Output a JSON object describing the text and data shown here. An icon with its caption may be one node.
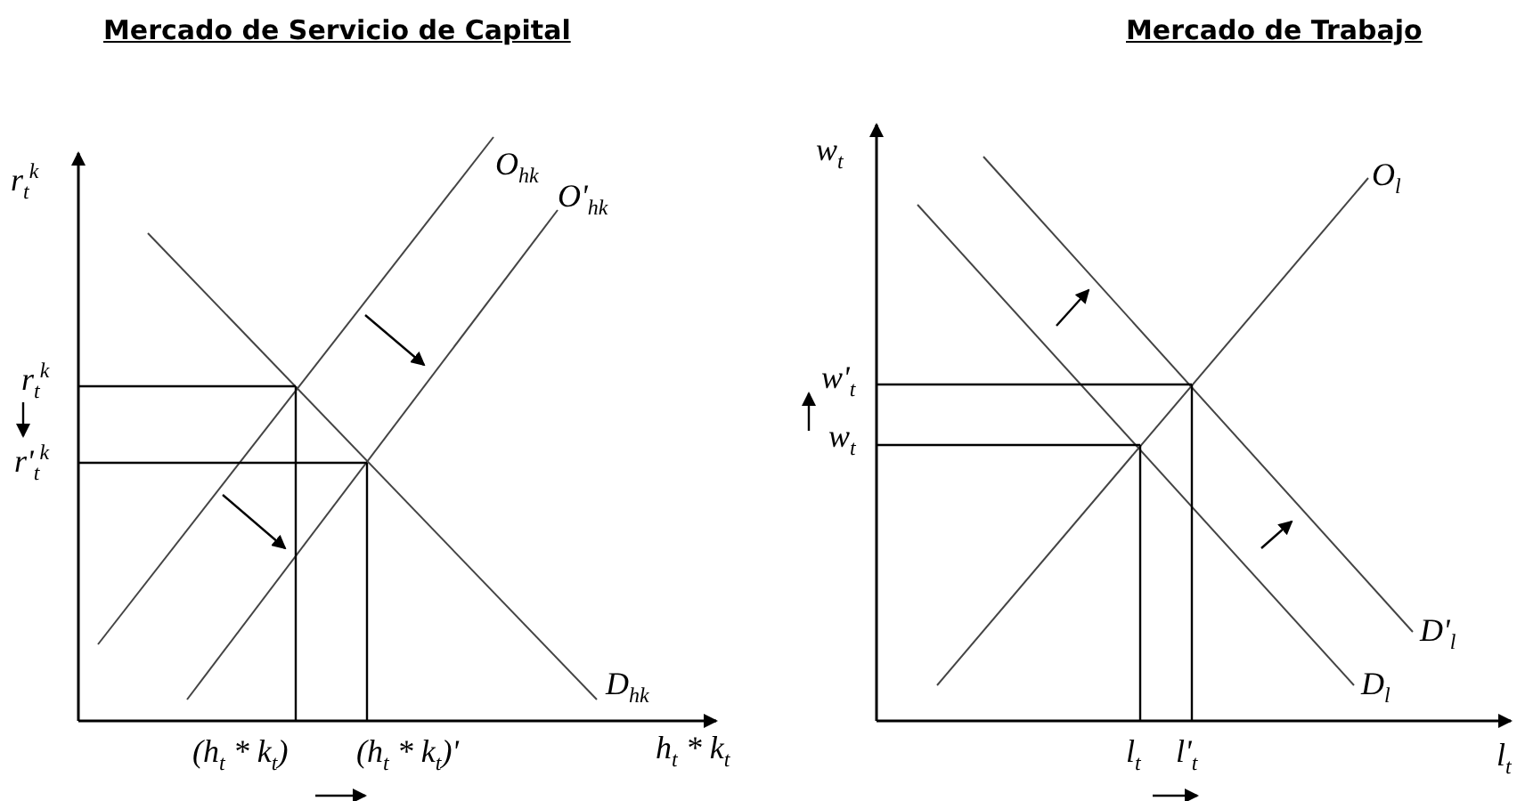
{
  "diagram": {
    "labels": [
      "Mercado de Servicio de Capital",
      "Mercado de Trabajo",
      "r$_{t}$$^{k}$",
      "O$_{hk}$",
      "O'$_{hk}$",
      "w$_{t}$",
      "O$_{l}$",
      "r$_{t}$$^{k}$",
      "w'$_{t}$",
      "r'$_{t}$$^{k}$",
      "w$_{t}$",
      "D'$_{l}$",
      "D$_{hk}$",
      "D$_{l}$",
      "(h$_{t}$ * k$_{t}$)",
      "(h$_{t}$ * k$_{t}$)'",
      "h$_{t}$ * k$_{t}$",
      "l$_{t}$",
      "l'$_{t}$",
      "l$_{t}$"
    ]
  }
}
